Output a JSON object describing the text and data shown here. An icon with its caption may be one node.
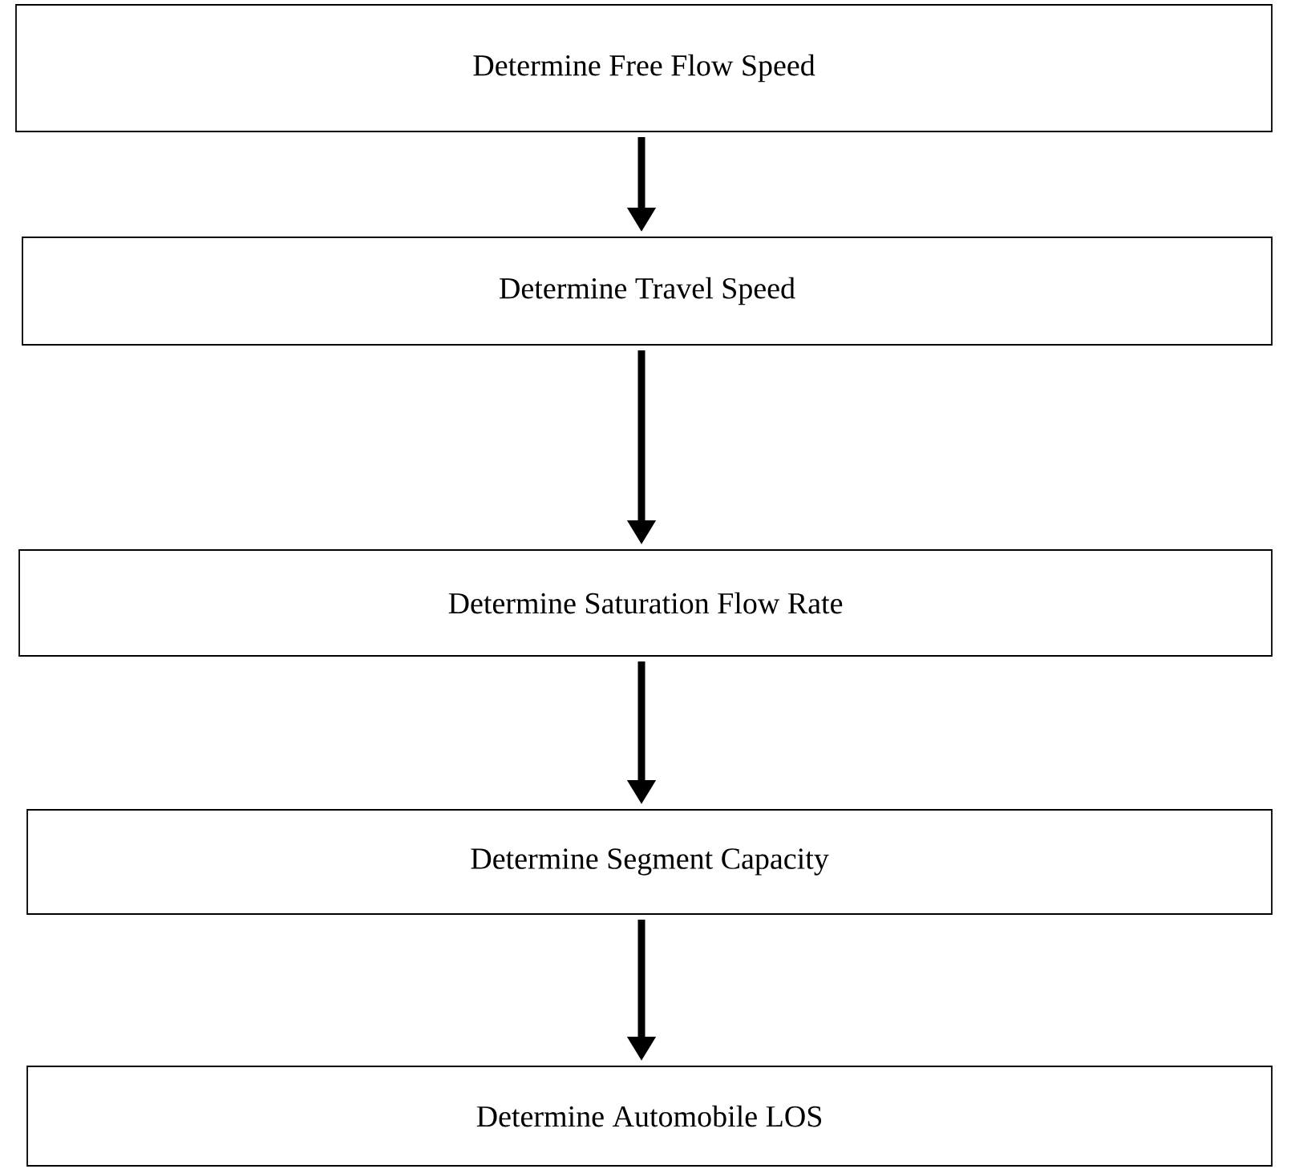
{
  "diagram": {
    "nodes": [
      {
        "text": [
          "Determine Free Flow Speed"
        ]
      },
      {
        "text": [
          "Determine Travel Speed"
        ]
      },
      {
        "text": [
          "Determine Saturation Flow Rate"
        ]
      },
      {
        "text": [
          "Determine Segment Capacity"
        ]
      },
      {
        "text": [
          "Determine Automobile LOS"
        ]
      }
    ],
    "edges": [
      {
        "from": 0,
        "to": 1,
        "arrow": "to"
      },
      {
        "from": 1,
        "to": 2,
        "arrow": "to"
      },
      {
        "from": 2,
        "to": 3,
        "arrow": "to"
      },
      {
        "from": 3,
        "to": 4,
        "arrow": "to"
      }
    ]
  }
}
